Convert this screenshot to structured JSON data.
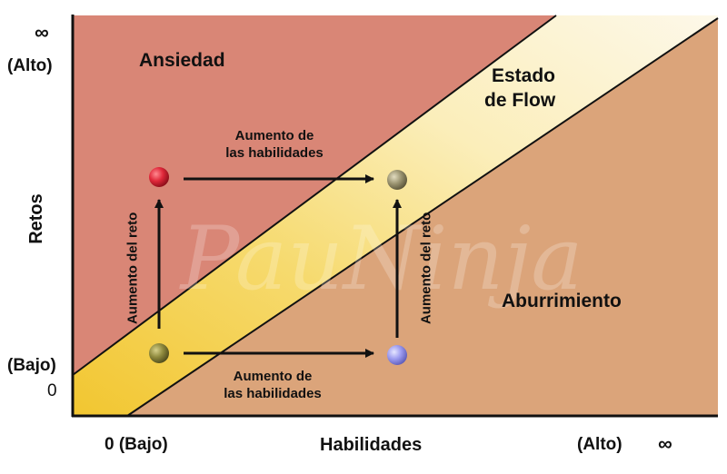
{
  "axes": {
    "y_title": "Retos",
    "x_title": "Habilidades",
    "y_high": "(Alto)",
    "y_low": "(Bajo)",
    "y_zero": "0",
    "x_low": "0 (Bajo)",
    "x_high": "(Alto)",
    "infinity": "∞"
  },
  "zones": {
    "anxiety": "Ansiedad",
    "flow_line1": "Estado",
    "flow_line2": "de Flow",
    "boredom": "Aburrimiento"
  },
  "arrows": {
    "skills_top_line1": "Aumento de",
    "skills_top_line2": "las habilidades",
    "skills_bottom_line1": "Aumento de",
    "skills_bottom_line2": "las habilidades",
    "challenge_left": "Aumento del reto",
    "challenge_right": "Aumento del reto"
  },
  "watermark": "PauNinja",
  "colors": {
    "anxiety": "#d98676",
    "boredom": "#dba47a",
    "flow_light": "#fbf3dc",
    "flow_yellow": "#f2cb3c",
    "dot_red": "#e0283a",
    "dot_olive": "#8f8a3e",
    "dot_gray": "#9c9572",
    "dot_blue": "#9d9cf0"
  }
}
